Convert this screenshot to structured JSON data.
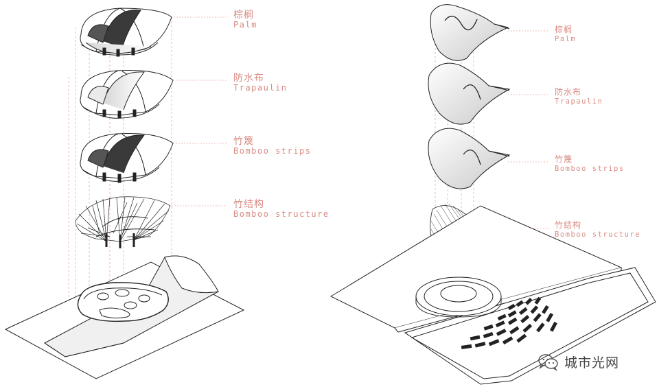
{
  "colors": {
    "label": "#d98b83",
    "guide": "#e7aaa3",
    "line": "#222222"
  },
  "left_layers": [
    {
      "zh": "棕榈",
      "en": "Palm"
    },
    {
      "zh": "防水布",
      "en": "Trapaulin"
    },
    {
      "zh": "竹篾",
      "en": "Bomboo strips"
    },
    {
      "zh": "竹结构",
      "en": "Bomboo structure"
    }
  ],
  "right_layers": [
    {
      "zh": "棕榈",
      "en": "Palm"
    },
    {
      "zh": "防水布",
      "en": "Trapaulin"
    },
    {
      "zh": "竹篾",
      "en": "Bomboo strips"
    },
    {
      "zh": "竹结构",
      "en": "Bomboo structure"
    }
  ],
  "watermark": {
    "text": "城市光网",
    "icon": "wechat-icon"
  }
}
